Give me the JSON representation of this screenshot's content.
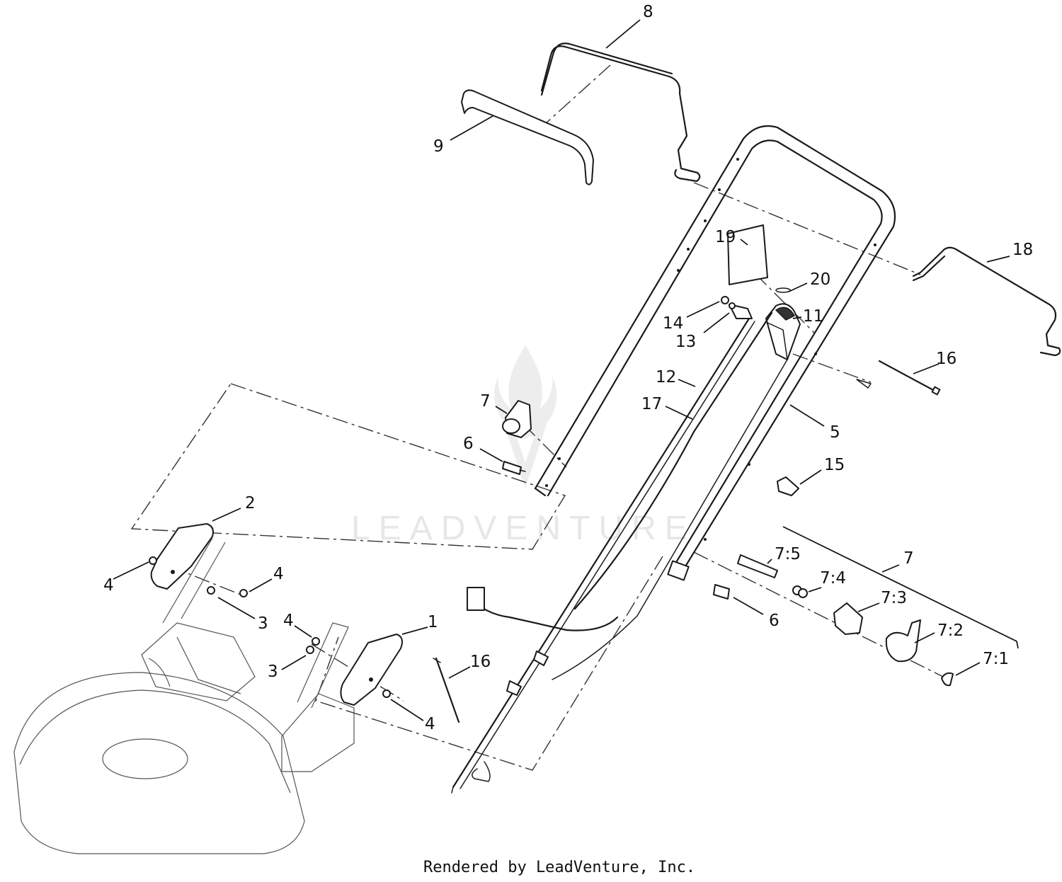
{
  "diagram": {
    "watermark": "LEADVENTURE",
    "caption": "Rendered by LeadVenture, Inc.",
    "callouts": [
      {
        "id": "c8",
        "label": "8"
      },
      {
        "id": "c9",
        "label": "9"
      },
      {
        "id": "c18",
        "label": "18"
      },
      {
        "id": "c19",
        "label": "19"
      },
      {
        "id": "c20",
        "label": "20"
      },
      {
        "id": "c14",
        "label": "14"
      },
      {
        "id": "c11",
        "label": "11"
      },
      {
        "id": "c13",
        "label": "13"
      },
      {
        "id": "c16a",
        "label": "16"
      },
      {
        "id": "c12",
        "label": "12"
      },
      {
        "id": "c7a",
        "label": "7"
      },
      {
        "id": "c17",
        "label": "17"
      },
      {
        "id": "c5",
        "label": "5"
      },
      {
        "id": "c6a",
        "label": "6"
      },
      {
        "id": "c15",
        "label": "15"
      },
      {
        "id": "c2",
        "label": "2"
      },
      {
        "id": "c7b",
        "label": "7"
      },
      {
        "id": "c75",
        "label": "7:5"
      },
      {
        "id": "c4a",
        "label": "4"
      },
      {
        "id": "c4b",
        "label": "4"
      },
      {
        "id": "c74",
        "label": "7:4"
      },
      {
        "id": "c73",
        "label": "7:3"
      },
      {
        "id": "c3a",
        "label": "3"
      },
      {
        "id": "c6b",
        "label": "6"
      },
      {
        "id": "c1",
        "label": "1"
      },
      {
        "id": "c4c",
        "label": "4"
      },
      {
        "id": "c72",
        "label": "7:2"
      },
      {
        "id": "c16b",
        "label": "16"
      },
      {
        "id": "c3b",
        "label": "3"
      },
      {
        "id": "c71",
        "label": "7:1"
      },
      {
        "id": "c4d",
        "label": "4"
      }
    ]
  }
}
